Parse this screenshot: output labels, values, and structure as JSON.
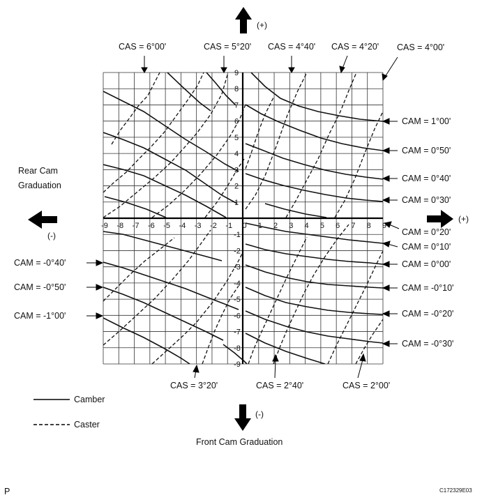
{
  "figure": {
    "rear_cam_title": [
      "Rear Cam",
      "Graduation"
    ],
    "front_cam_title": "Front Cam Graduation",
    "arrows": {
      "up": "(+)",
      "down": "(-)",
      "left": "(-)",
      "right": "(+)"
    },
    "x_ticks": [
      "-9",
      "-8",
      "-7",
      "-6",
      "-5",
      "-4",
      "-3",
      "-2",
      "-1",
      "0",
      "1",
      "2",
      "3",
      "4",
      "5",
      "6",
      "7",
      "8",
      "9"
    ],
    "y_ticks_pos": [
      "1",
      "2",
      "3",
      "4",
      "5",
      "6",
      "7",
      "8",
      "9"
    ],
    "y_ticks_neg": [
      "-1",
      "-2",
      "-3",
      "-4",
      "-5",
      "-6",
      "-7",
      "-8",
      "-9"
    ],
    "caster_labels": [
      "CAS = 6°00'",
      "CAS = 5°20'",
      "CAS = 4°40'",
      "CAS = 4°20'",
      "CAS = 4°00'",
      "CAS = 3°20'",
      "CAS = 2°40'",
      "CAS = 2°00'"
    ],
    "camber_labels_right": [
      "CAM = 1°00'",
      "CAM = 0°50'",
      "CAM = 0°40'",
      "CAM = 0°30'",
      "CAM = 0°20'",
      "CAM = 0°10'",
      "CAM = 0°00'",
      "CAM = -0°10'",
      "CAM = -0°20'",
      "CAM = -0°30'"
    ],
    "camber_labels_left": [
      "CAM = -0°40'",
      "CAM = -0°50'",
      "CAM = -1°00'"
    ],
    "legend": [
      {
        "style": "solid",
        "label": "Camber"
      },
      {
        "style": "dashed",
        "label": "Caster"
      }
    ],
    "page_marker": "P",
    "figure_code": "C172329E03"
  }
}
